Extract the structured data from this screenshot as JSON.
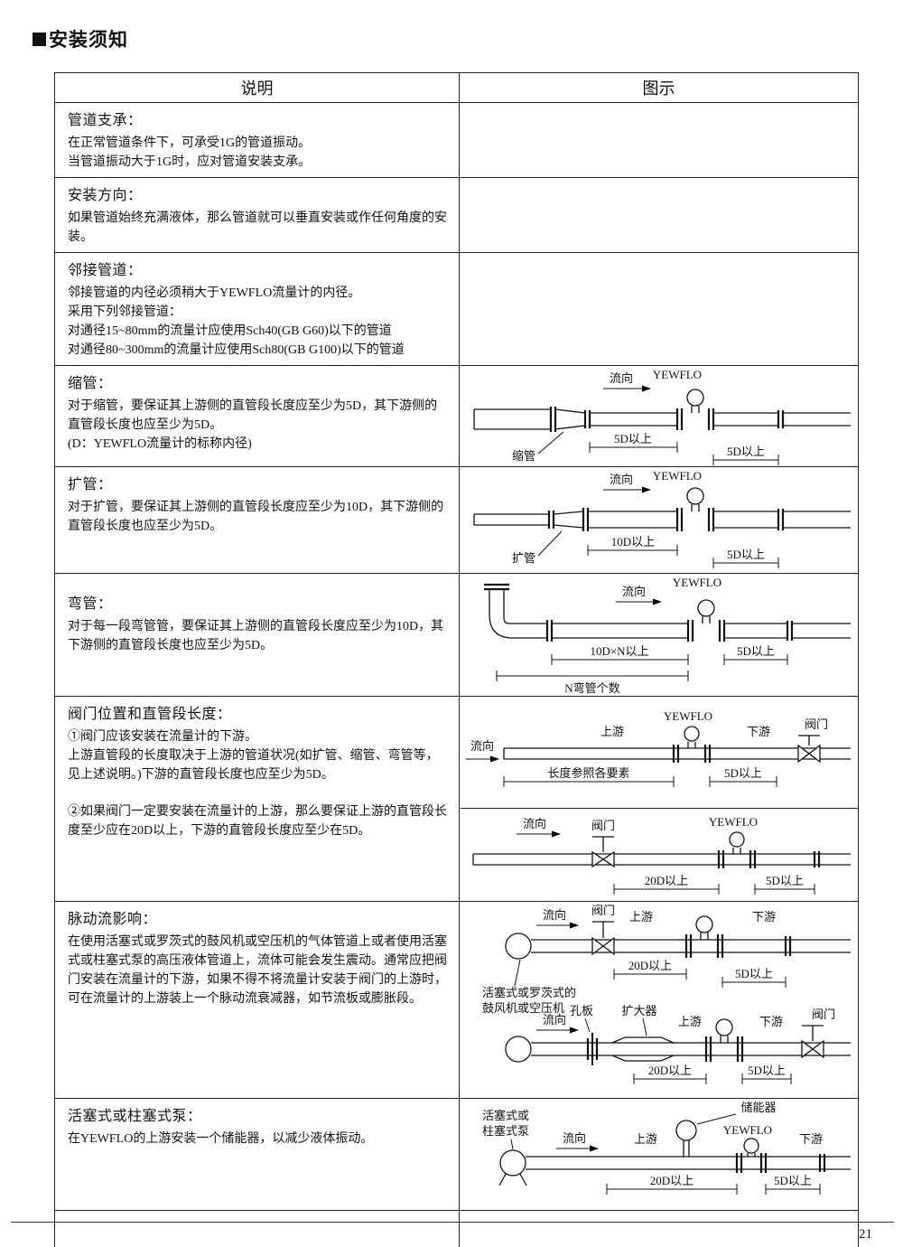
{
  "page": {
    "title": "安装须知",
    "number": "21"
  },
  "header": {
    "desc": "说明",
    "illus": "图示"
  },
  "rows": {
    "support": {
      "heading": "管道支承：",
      "l1": "在正常管道条件下，可承受1G的管道振动。",
      "l2": "当管道振动大于1G时，应对管道安装支承。"
    },
    "direction": {
      "heading": "安装方向：",
      "body": "如果管道始终充满液体，那么管道就可以垂直安装或作任何角度的安装。"
    },
    "adjacent": {
      "heading": "邻接管道：",
      "l1": "邻接管道的内径必须稍大于YEWFLO流量计的内径。",
      "l2": "采用下列邻接管道：",
      "l3": "对通径15~80mm的流量计应使用Sch40(GB G60)以下的管道",
      "l4": "对通径80~300mm的流量计应使用Sch80(GB G100)以下的管道"
    },
    "reducer": {
      "heading": "缩管：",
      "body": "对于缩管，要保证其上游侧的直管段长度应至少为5D，其下游侧的直管段长度也应至少为5D。",
      "note": "(D：YEWFLO流量计的标称内径)"
    },
    "expander": {
      "heading": "扩管：",
      "body": "对于扩管，要保证其上游侧的直管段长度应至少为10D，其下游侧的直管段长度也应至少为5D。"
    },
    "elbow": {
      "heading": "弯管：",
      "body": "对于每一段弯管管，要保证其上游侧的直管段长度应至少为10D，其下游侧的直管段长度也应至少为5D。"
    },
    "valve": {
      "heading": "阀门位置和直管段长度：",
      "p1": "①阀门应该安装在流量计的下游。",
      "p2": "上游直管段的长度取决于上游的管道状况(如扩管、缩管、弯管等，见上述说明。)下游的直管段长度也应至少为5D。",
      "p3": "②如果阀门一定要安装在流量计的上游，那么要保证上游的直管段长度至少应在20D以上，下游的直管段长度应至少在5D。"
    },
    "pulsating": {
      "heading": "脉动流影响：",
      "body": "在使用活塞式或罗茨式的鼓风机或空压机的气体管道上或者使用活塞式或柱塞式泵的高压液体管道上，流体可能会发生震动。通常应把阀门安装在流量计的下游，如果不得不将流量计安装于阀门的上游时，可在流量计的上游装上一个脉动流衰减器，如节流板或膨胀段。"
    },
    "pump": {
      "heading": "活塞式或柱塞式泵：",
      "body": "在YEWFLO的上游安装一个储能器，以减少液体振动。"
    }
  },
  "labels": {
    "yewflo": "YEWFLO",
    "flow": "流向",
    "d5": "5D以上",
    "d10": "10D以上",
    "d10n": "10D×N以上",
    "d20": "20D以上",
    "n_elbows": "N弯管个数",
    "reducer": "缩管",
    "expander": "扩管",
    "upstream": "上游",
    "downstream": "下游",
    "valve": "阀门",
    "length_ref": "长度参照各要素",
    "orifice": "孔板",
    "enlarger": "扩大器",
    "blower_l1": "活塞式或罗茨式的",
    "blower_l2": "鼓风机或空压机",
    "pump_l1": "活塞式或",
    "pump_l2": "柱塞式泵",
    "accumulator": "储能器"
  }
}
